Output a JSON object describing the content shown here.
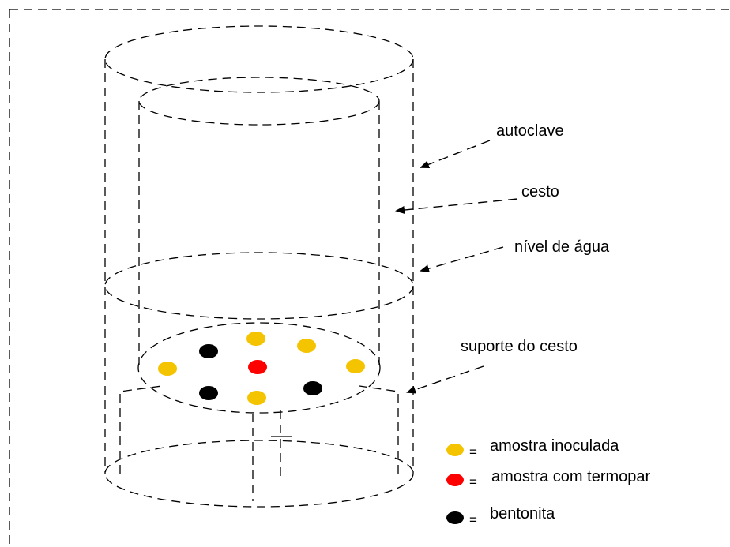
{
  "labels": {
    "autoclave": "autoclave",
    "cesto": "cesto",
    "nivel_agua": "nível de água",
    "suporte": "suporte do cesto"
  },
  "legend": {
    "equals": "=",
    "items": [
      {
        "label": "amostra inoculada",
        "color": "#f5c400",
        "key": "inoculada"
      },
      {
        "label": "amostra com termopar",
        "color": "#ff0000",
        "key": "termopar"
      },
      {
        "label": "bentonita",
        "color": "#000000",
        "key": "bentonita"
      }
    ]
  },
  "colors": {
    "inoculada": "#f5c400",
    "termopar": "#ff0000",
    "bentonita": "#000000"
  }
}
